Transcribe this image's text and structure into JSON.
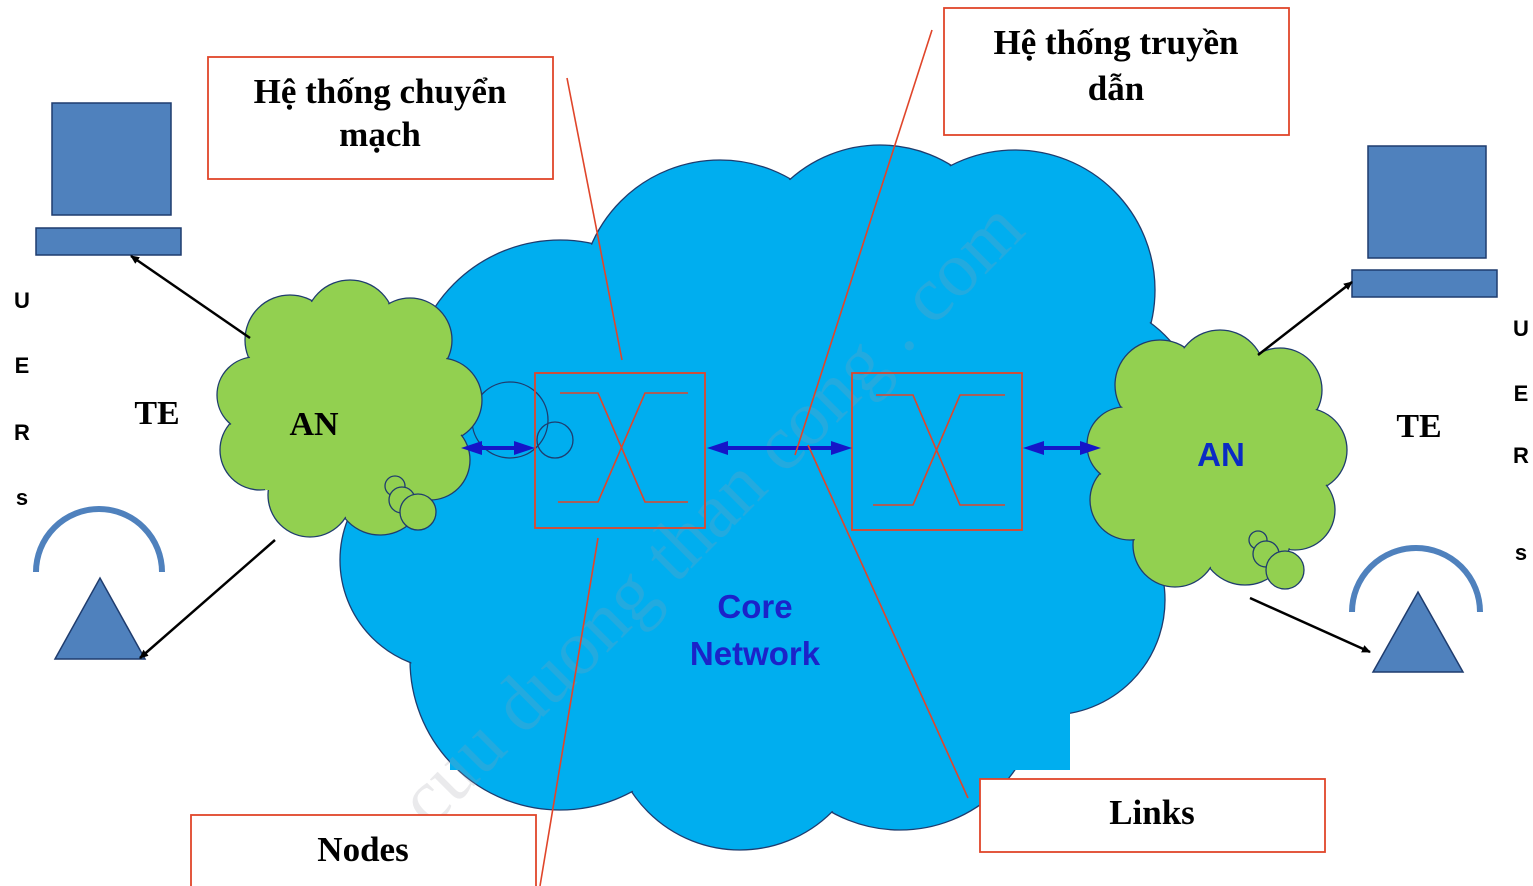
{
  "callouts": {
    "switching": [
      "Hệ thống chuyển",
      "mạch"
    ],
    "transmission": [
      "Hệ thống truyền",
      "dẫn"
    ],
    "nodes": "Nodes",
    "links": "Links"
  },
  "core": [
    "Core",
    "Network"
  ],
  "access": {
    "left": "AN",
    "right": "AN"
  },
  "terminal": {
    "left": "TE",
    "right": "TE"
  },
  "users": {
    "left": [
      "U",
      "E",
      "R",
      "s"
    ],
    "right": [
      "U",
      "E",
      "R",
      "s"
    ]
  },
  "watermark": "cuu duong than cong . com",
  "colors": {
    "core_cloud": "#00AEEF",
    "access_cloud": "#92D050",
    "device": "#4F81BD",
    "callout_border": "#E0452A",
    "bus_arrow": "#1515C8"
  },
  "icons": [
    "computer-icon",
    "phone-icon",
    "switch-node-icon"
  ]
}
